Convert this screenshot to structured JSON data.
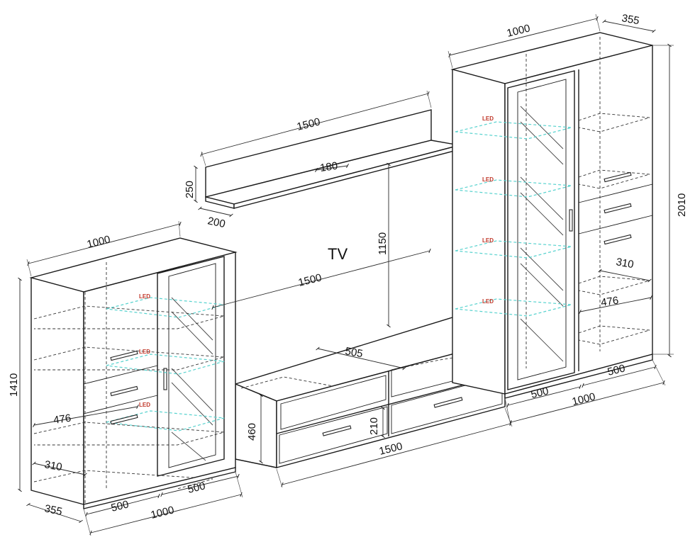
{
  "labels": {
    "tv": "TV",
    "led": "LED"
  },
  "dimensions": {
    "shelf_width": "1500",
    "shelf_depth_top": "180",
    "shelf_height": "250",
    "shelf_depth_side": "200",
    "tv_height_gap": "1150",
    "tv_width": "1500",
    "tv_stand_depth": "505",
    "tv_stand_height": "460",
    "tv_drawer_height": "210",
    "tv_stand_width": "1500",
    "left_width_top": "1000",
    "left_height": "1410",
    "left_inner_depth": "476",
    "left_shelf_depth": "310",
    "left_depth": "355",
    "left_door_width": "500",
    "left_section_width": "500",
    "left_width_bottom": "1000",
    "right_width_top": "1000",
    "right_depth_top": "355",
    "right_height": "2010",
    "right_shelf_depth": "310",
    "right_inner_depth": "476",
    "right_section_width": "500",
    "right_door_width": "500",
    "right_width_bottom": "1000"
  },
  "colors": {
    "line": "#1a1a1a",
    "glass_shelf": "#59d3cf",
    "led_text": "#c0392b"
  }
}
